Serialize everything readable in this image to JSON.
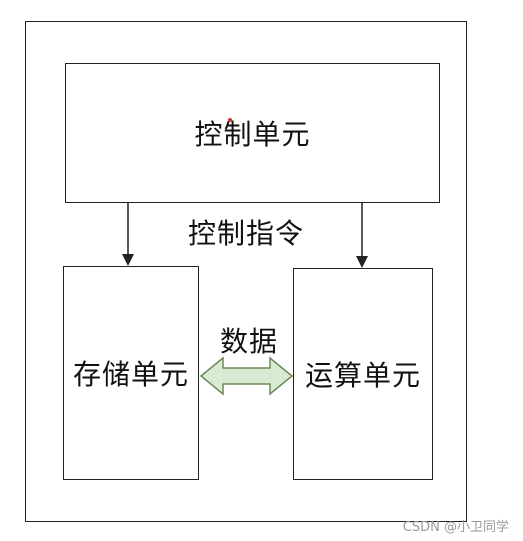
{
  "diagram": {
    "boxes": {
      "control": "控制单元",
      "storage": "存储单元",
      "alu": "运算单元"
    },
    "edge_labels": {
      "control_signal": "控制指令",
      "data": "数据"
    },
    "colors": {
      "line": "#222222",
      "data_arrow_fill": "#d9ead2",
      "data_arrow_stroke": "#6d8a5a",
      "marker": "#d0352b"
    }
  },
  "watermark": "CSDN @小卫同学"
}
